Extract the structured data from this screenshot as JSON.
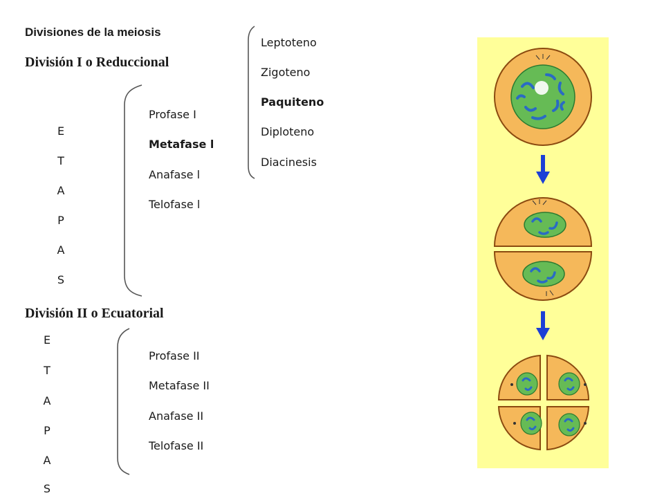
{
  "title": "Divisiones de la meiosis",
  "division1": {
    "heading": "División I o Reduccional",
    "etapas_letters": [
      "E",
      "T",
      "A",
      "P",
      "A",
      "S"
    ],
    "phases": [
      "Profase I",
      "Metafase l",
      "Anafase l",
      "Telofase l"
    ],
    "prophase_substages": [
      "Leptoteno",
      "Zigoteno",
      "Paquiteno",
      "Diploteno",
      "Diacinesis"
    ]
  },
  "division2": {
    "heading": "División II o Ecuatorial",
    "etapas_letters": [
      "E",
      "T",
      "A",
      "P",
      "A",
      "S"
    ],
    "phases": [
      "Profase II",
      "Metafase II",
      "Anafase II",
      "Telofase II"
    ]
  },
  "colors": {
    "panel_background": "#ffff99",
    "cell_fill": "#f5b85a",
    "cell_outline": "#8b4a10",
    "nucleus_green": "#66bb55",
    "chromosome_blue": "#2a6bc4",
    "arrow_blue": "#1c3fd6",
    "bracket": "#555555"
  },
  "illustration": {
    "icon": "meiosis-cell-division-illustration"
  }
}
